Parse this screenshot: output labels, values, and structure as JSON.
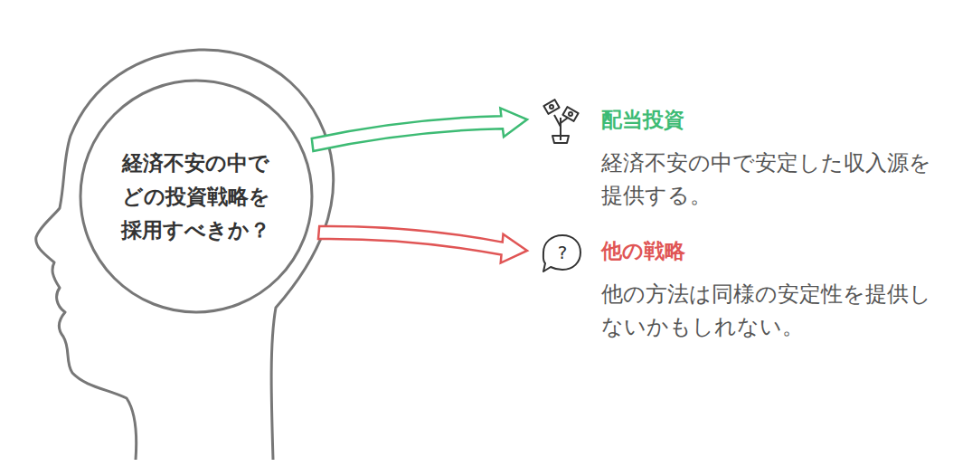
{
  "diagram": {
    "nodes": [
      {
        "text": [
          "経済不安の中でどの投資戦略を採用すべきか？"
        ]
      },
      {
        "text": [
          "配当投資",
          "経済不安の中で安定した収入源を提供する。"
        ]
      },
      {
        "text": [
          "他の戦略",
          "他の方法は同様の安定性を提供しないかもしれない。"
        ]
      }
    ],
    "edges": [
      {
        "from": 0,
        "to": 1,
        "arrow": "to"
      },
      {
        "from": 0,
        "to": 2,
        "arrow": "to"
      }
    ],
    "labels": [
      "?"
    ]
  }
}
